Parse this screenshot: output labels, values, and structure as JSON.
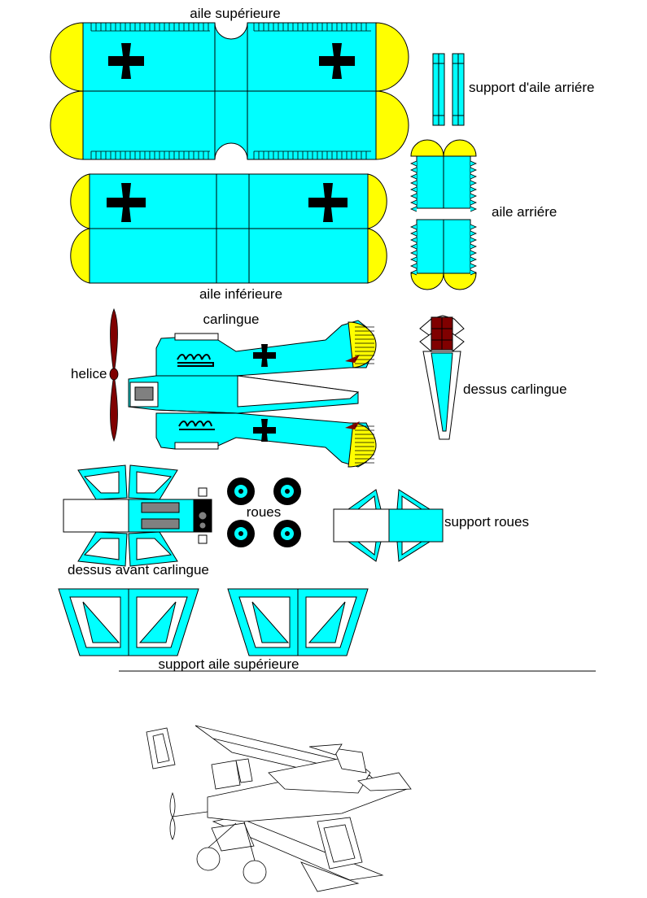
{
  "labels": {
    "upper_wing": "aile supérieure",
    "rear_wing_support": "support d'aile arriére",
    "rear_wing": "aile arriére",
    "lower_wing": "aile inférieure",
    "fuselage": "carlingue",
    "propeller": "helice",
    "fuselage_top": "dessus carlingue",
    "wheels": "roues",
    "wheel_support": "support roues",
    "front_fuselage_top": "dessus avant carlingue",
    "upper_wing_support": "support aile supérieure"
  },
  "colors": {
    "cyan": "#00FFFF",
    "yellow": "#FFFF00",
    "black": "#000000",
    "maroon": "#800000",
    "white": "#FFFFFF",
    "grey": "#808080",
    "line": "#000000"
  },
  "icons": [
    "iron-cross-icon",
    "propeller-icon",
    "wheel-icon",
    "exhaust-pipe-icon",
    "aircraft-assembly-sketch"
  ]
}
